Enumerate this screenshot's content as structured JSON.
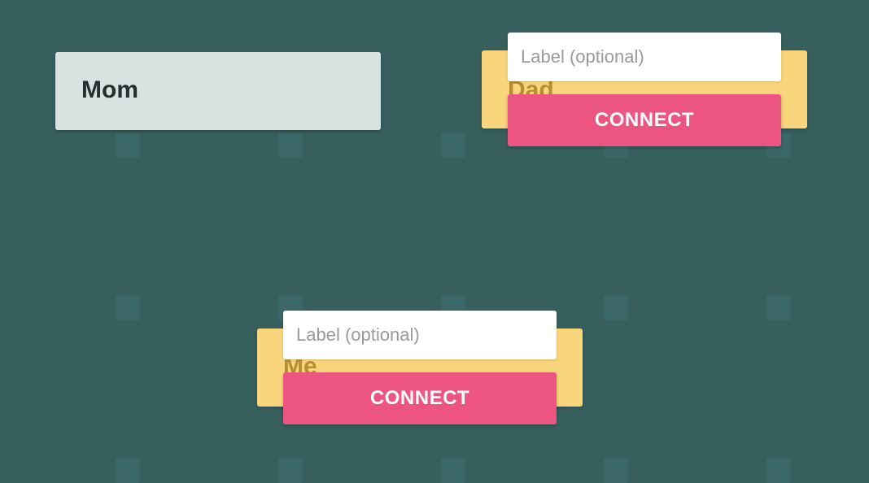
{
  "nodes": {
    "mom": {
      "name": "Mom"
    },
    "dad": {
      "name": "Dad",
      "label_placeholder": "Label (optional)",
      "connect_label": "CONNECT"
    },
    "me": {
      "name": "Me",
      "label_placeholder": "Label (optional)",
      "connect_label": "CONNECT"
    }
  },
  "colors": {
    "background": "#375f5e",
    "grid_dot": "#3b6769",
    "node_default": "#d8e2e1",
    "node_pending": "#f9d57c",
    "connect_button": "#ec5482"
  }
}
